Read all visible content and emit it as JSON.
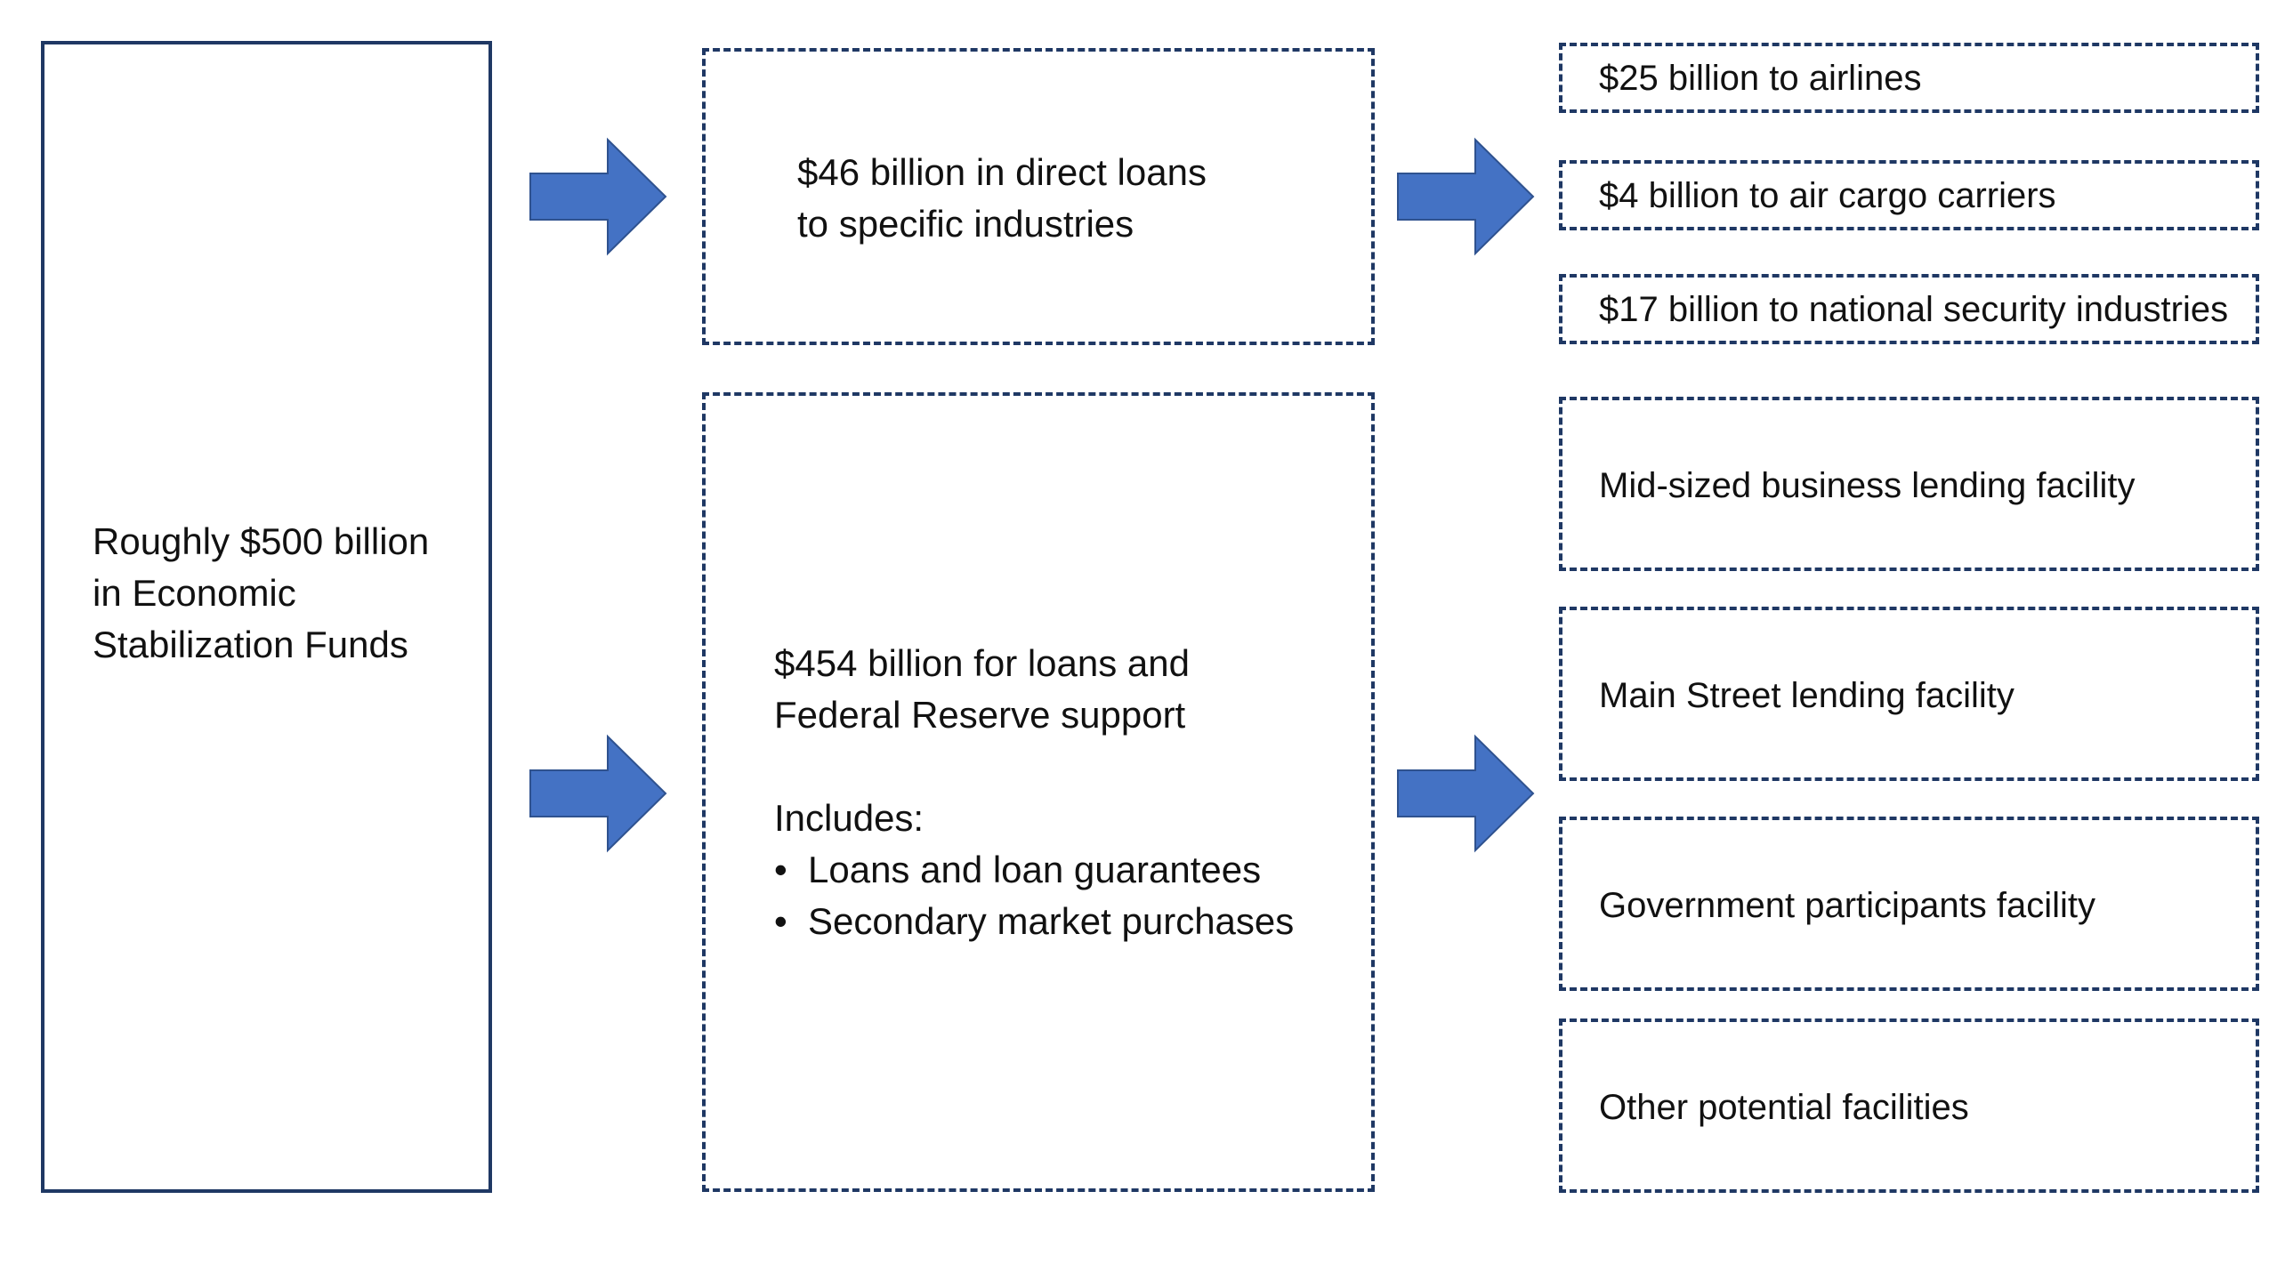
{
  "source": {
    "line1": "Roughly $500 billion",
    "line2": "in Economic",
    "line3": "Stabilization Funds"
  },
  "direct_loans": {
    "line1": "$46 billion in direct loans",
    "line2": "to specific industries"
  },
  "fed_support": {
    "line1": "$454 billion for loans and",
    "line2": "Federal Reserve support",
    "includes_label": "Includes:",
    "bullets": [
      "Loans and loan guarantees",
      "Secondary market purchases"
    ]
  },
  "direct_items": [
    "$25 billion to airlines",
    "$4 billion to air cargo carriers",
    "$17 billion to national security industries"
  ],
  "facilities": [
    "Mid-sized business lending facility",
    "Main Street lending facility",
    "Government participants facility",
    "Other potential facilities"
  ],
  "colors": {
    "border": "#1f3864",
    "arrow_fill": "#4472c4",
    "arrow_stroke": "#2f528f"
  }
}
